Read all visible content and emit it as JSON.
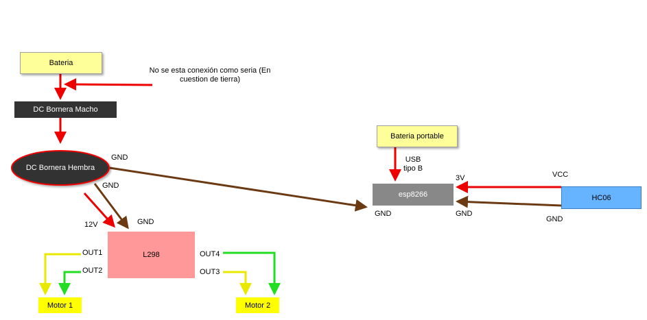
{
  "nodes": {
    "bateria": "Bateria",
    "dc_macho": "DC Bornera Macho",
    "dc_hembra": "DC Bornera Hembra",
    "l298": "L298",
    "bateria_portable": "Bateria portable",
    "esp8266": "esp8266",
    "hc06": "HC06",
    "motor1": "Motor 1",
    "motor2": "Motor 2"
  },
  "note": {
    "line1": "No se esta conexión como seria (En",
    "line2": "cuestion de tierra)"
  },
  "labels": {
    "gnd_hembra_right": "GND",
    "gnd_hembra_down": "GND",
    "v12": "12V",
    "gnd_l298": "GND",
    "out1": "OUT1",
    "out2": "OUT2",
    "out3": "OUT3",
    "out4": "OUT4",
    "usb_line1": "USB",
    "usb_line2": "tipo B",
    "v3": "3V",
    "vcc": "VCC",
    "gnd_esp_left": "GND",
    "gnd_esp_right": "GND",
    "gnd_hc06": "GND"
  },
  "colors": {
    "power": "#ee0000",
    "ground": "#6b3a12",
    "out_yellow": "#e8e800",
    "out_green": "#22dd22",
    "node_yellow": "#ffff99",
    "dark_node": "#333333",
    "l298_fill": "#ff9999",
    "esp_fill": "#888888",
    "hc06_fill": "#66b3ff"
  }
}
